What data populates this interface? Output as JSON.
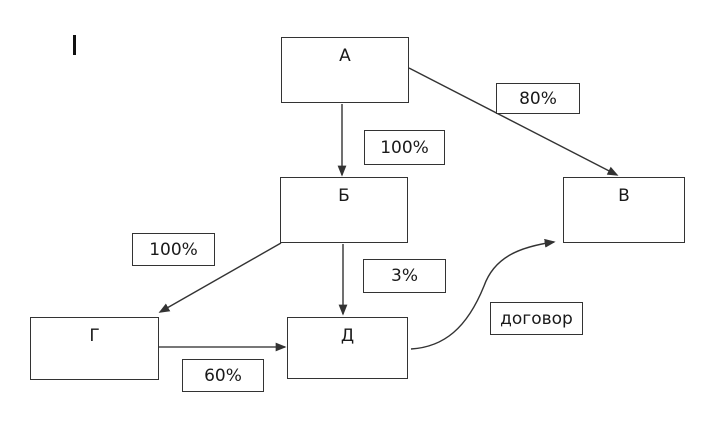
{
  "diagram": {
    "nodes": [
      {
        "id": "a",
        "label": "А"
      },
      {
        "id": "b",
        "label": "Б"
      },
      {
        "id": "v",
        "label": "В"
      },
      {
        "id": "g",
        "label": "Г"
      },
      {
        "id": "d",
        "label": "Д"
      }
    ],
    "labels": [
      {
        "id": "pct-80",
        "text": "80%"
      },
      {
        "id": "pct-100-a-b",
        "text": "100%"
      },
      {
        "id": "pct-100-b-g",
        "text": "100%"
      },
      {
        "id": "pct-3",
        "text": "3%"
      },
      {
        "id": "pct-60",
        "text": "60%"
      },
      {
        "id": "contract",
        "text": "договор"
      }
    ],
    "edges": [
      {
        "from": "А",
        "to": "Б",
        "label": "100%"
      },
      {
        "from": "А",
        "to": "В",
        "label": "80%"
      },
      {
        "from": "Б",
        "to": "Г",
        "label": "100%"
      },
      {
        "from": "Б",
        "to": "Д",
        "label": "3%"
      },
      {
        "from": "Г",
        "to": "Д",
        "label": "60%"
      },
      {
        "from": "Д",
        "to": "В",
        "label": "договор"
      }
    ],
    "colors": {
      "line": "#333333",
      "text": "#1a1a1a",
      "background": "#ffffff"
    }
  }
}
